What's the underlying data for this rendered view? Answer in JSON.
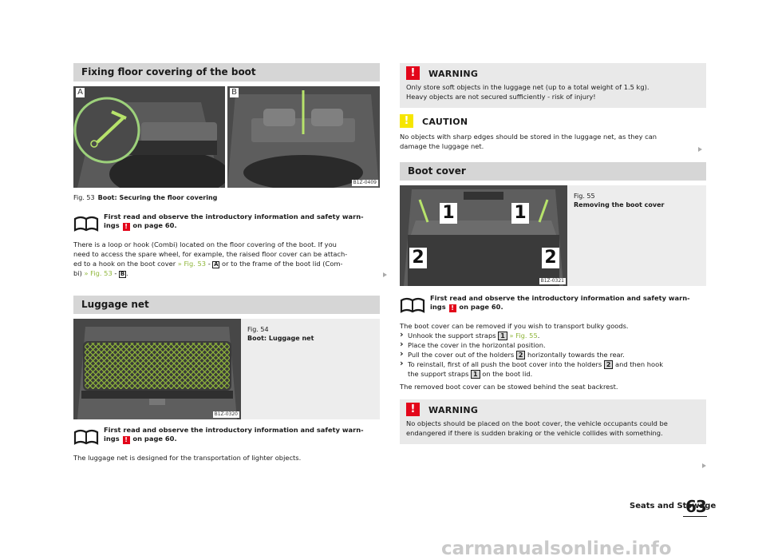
{
  "left": {
    "sec1_title": "Fixing floor covering of the boot",
    "fig53_label_a": "A",
    "fig53_label_b": "B",
    "fig53_code": "B1Z-0409",
    "fig53_caption_num": "Fig. 53",
    "fig53_caption_text": "Boot: Securing the floor covering",
    "hint1_a": "First read and observe the introductory information and safety warn-",
    "hint1_b": "ings",
    "hint1_c": "on page 60.",
    "para1_a": "There is a loop or hook (Combi) located on the floor covering of the boot. If you",
    "para1_b": "need to access the spare wheel, for example, the raised floor cover can be attach-",
    "para1_c": "ed to a hook on the boot cover",
    "para1_link1": "» Fig. 53",
    "para1_dash": "-",
    "para1_a_box": "A",
    "para1_d": "or to the frame of the boot lid (Com-",
    "para1_e": "bi)",
    "para1_link2": "» Fig. 53",
    "para1_b_box": "B",
    "sec2_title": "Luggage net",
    "fig54_num": "Fig. 54",
    "fig54_text": "Boot: Luggage net",
    "fig54_code": "B1Z-0320",
    "hint2_a": "First read and observe the introductory information and safety warn-",
    "hint2_b": "ings",
    "hint2_c": "on page 60.",
    "para2": "The luggage net is designed for the transportation of lighter objects."
  },
  "right": {
    "warn1_label": "WARNING",
    "warn1_a": "Only store soft objects in the luggage net (up to a total weight of 1.5 kg).",
    "warn1_b": "Heavy objects are not secured sufficiently - risk of injury!",
    "caution_label": "CAUTION",
    "caution_a": "No objects with sharp edges should be stored in the luggage net, as they can",
    "caution_b": "damage the luggage net.",
    "sec3_title": "Boot cover",
    "fig55_num": "Fig. 55",
    "fig55_text": "Removing the boot cover",
    "fig55_code": "B1Z-0321",
    "fig55_n1": "1",
    "fig55_n2": "2",
    "hint3_a": "First read and observe the introductory information and safety warn-",
    "hint3_b": "ings",
    "hint3_c": "on page 60.",
    "intro": "The boot cover can be removed if you wish to transport bulky goods.",
    "step1_a": "Unhook the support straps",
    "step1_n": "1",
    "step1_link": "» Fig. 55",
    "step2": "Place the cover in the horizontal position.",
    "step3_a": "Pull the cover out of the holders",
    "step3_n": "2",
    "step3_b": "horizontally towards the rear.",
    "step4_a": "To reinstall, first of all push the boot cover into the holders",
    "step4_n": "2",
    "step4_b": "and then hook",
    "step4_c": "the support straps",
    "step4_n2": "1",
    "step4_d": "on the boot lid.",
    "removed": "The removed boot cover can be stowed behind the seat backrest.",
    "warn2_label": "WARNING",
    "warn2_a": "No objects should be placed on the boot cover, the vehicle occupants could be",
    "warn2_b": "endangered if there is sudden braking or the vehicle collides with something."
  },
  "footer": {
    "section": "Seats and Stowage",
    "page": "63",
    "watermark": "carmanualsonline.info"
  },
  "colors": {
    "warning_red": "#e3061a",
    "caution_yellow": "#f6e600",
    "link_green": "#8fb63a",
    "section_gray": "#d6d6d6"
  }
}
